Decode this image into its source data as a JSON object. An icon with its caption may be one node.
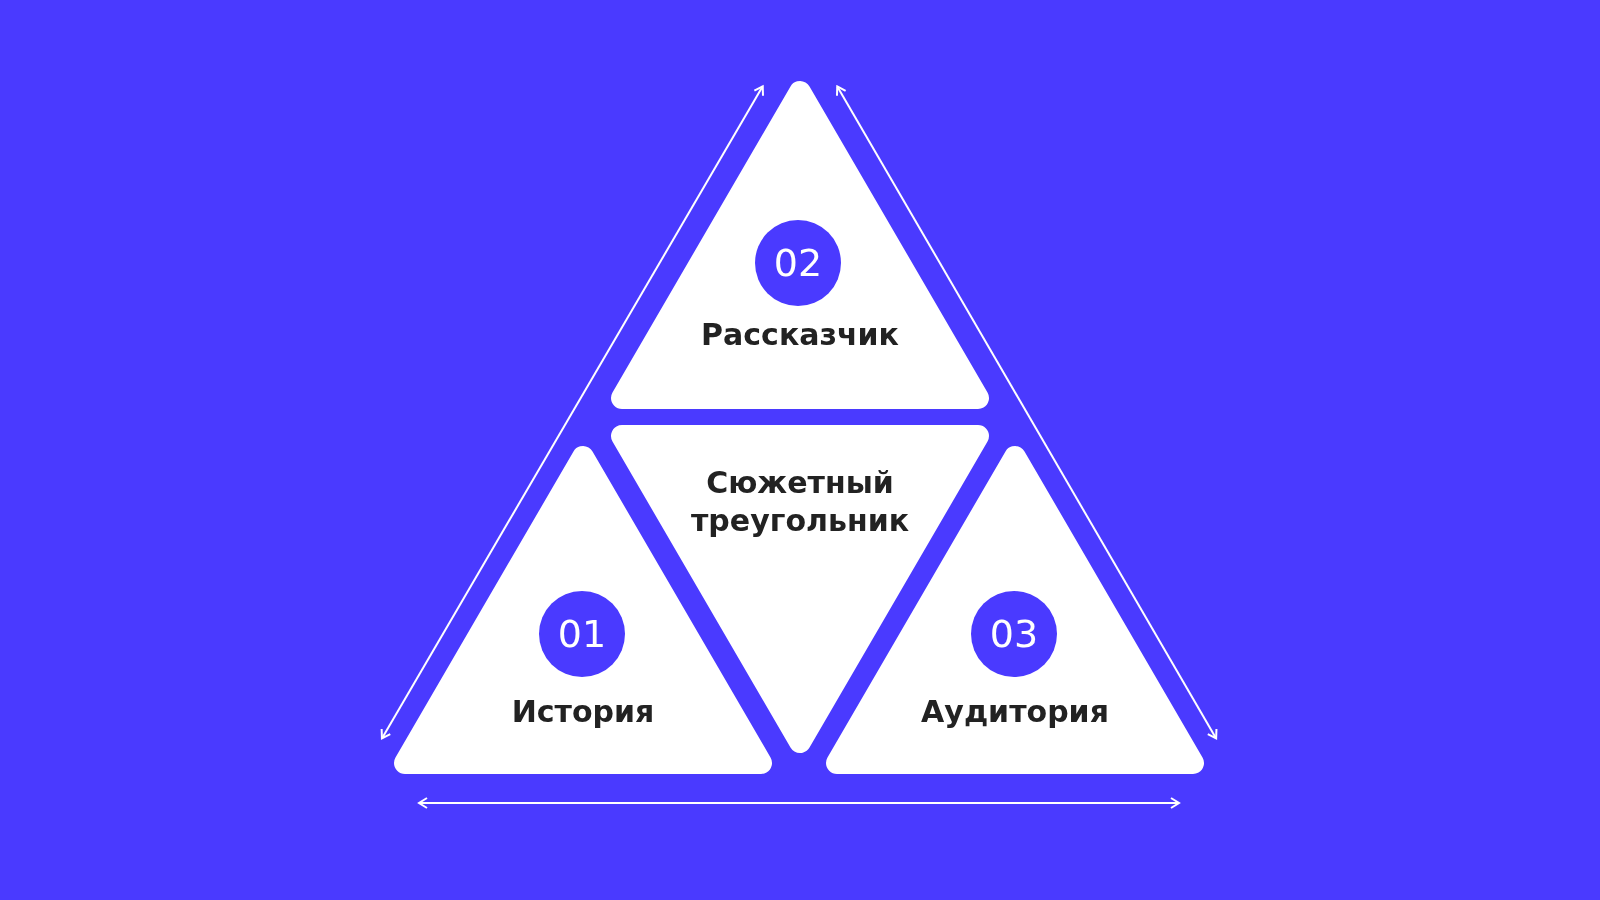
{
  "diagram": {
    "nodes": [
      {
        "text": [
          "02",
          "Рассказчик"
        ]
      },
      {
        "text": [
          "Сюжетный треугольник"
        ]
      },
      {
        "text": [
          "01",
          "История"
        ]
      },
      {
        "text": [
          "03",
          "Аудитория"
        ]
      }
    ],
    "edges": [
      {
        "from": 2,
        "to": 0,
        "arrow": "both"
      },
      {
        "from": 0,
        "to": 3,
        "arrow": "both"
      },
      {
        "from": 2,
        "to": 3,
        "arrow": "both"
      }
    ]
  }
}
